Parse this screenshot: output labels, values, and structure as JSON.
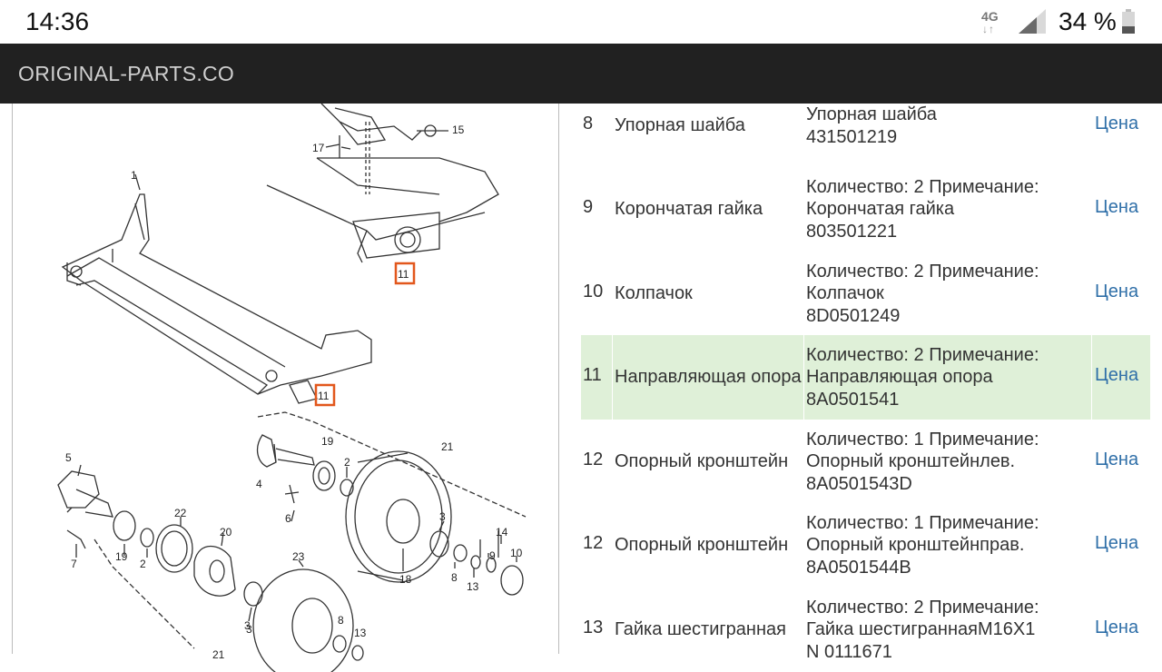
{
  "status_bar": {
    "time": "14:36",
    "network": "4G",
    "network_arrows": "↓↑",
    "battery_percent": "34 %",
    "battery_level": 0.34
  },
  "app_bar": {
    "title": "ORIGINAL-PARTS.CO"
  },
  "diagram": {
    "callouts": [
      "1",
      "15",
      "17",
      "11",
      "11",
      "21",
      "5",
      "19",
      "2",
      "4",
      "6",
      "7",
      "22",
      "19",
      "2",
      "20",
      "3",
      "3",
      "18",
      "8",
      "13",
      "9",
      "14",
      "10",
      "23",
      "3",
      "8",
      "13",
      "21"
    ]
  },
  "parts": [
    {
      "num": "8",
      "name": "Упорная шайба",
      "desc": [
        "Упорная шайба",
        "431501219"
      ],
      "price": "Цена",
      "highlight": false
    },
    {
      "num": "9",
      "name": "Корончатая гайка",
      "desc": [
        "Количество: 2 Примечание:",
        "Корончатая гайка",
        "803501221"
      ],
      "price": "Цена",
      "highlight": false
    },
    {
      "num": "10",
      "name": "Колпачок",
      "desc": [
        "Количество: 2 Примечание:",
        "Колпачок",
        "8D0501249"
      ],
      "price": "Цена",
      "highlight": false
    },
    {
      "num": "11",
      "name": "Направляющая опора",
      "desc": [
        "Количество: 2 Примечание:",
        "Направляющая опора",
        "8A0501541"
      ],
      "price": "Цена",
      "highlight": true
    },
    {
      "num": "12",
      "name": "Опорный кронштейн",
      "desc": [
        "Количество: 1 Примечание:",
        "Опорный кронштейнлев.",
        "8A0501543D"
      ],
      "price": "Цена",
      "highlight": false
    },
    {
      "num": "12",
      "name": "Опорный кронштейн",
      "desc": [
        "Количество: 1 Примечание:",
        "Опорный кронштейнправ.",
        "8A0501544B"
      ],
      "price": "Цена",
      "highlight": false
    },
    {
      "num": "13",
      "name": "Гайка шестигранная",
      "desc": [
        "Количество: 2 Примечание:",
        "Гайка шестиграннаяM16X1",
        "N 0111671"
      ],
      "price": "Цена",
      "highlight": false
    }
  ]
}
